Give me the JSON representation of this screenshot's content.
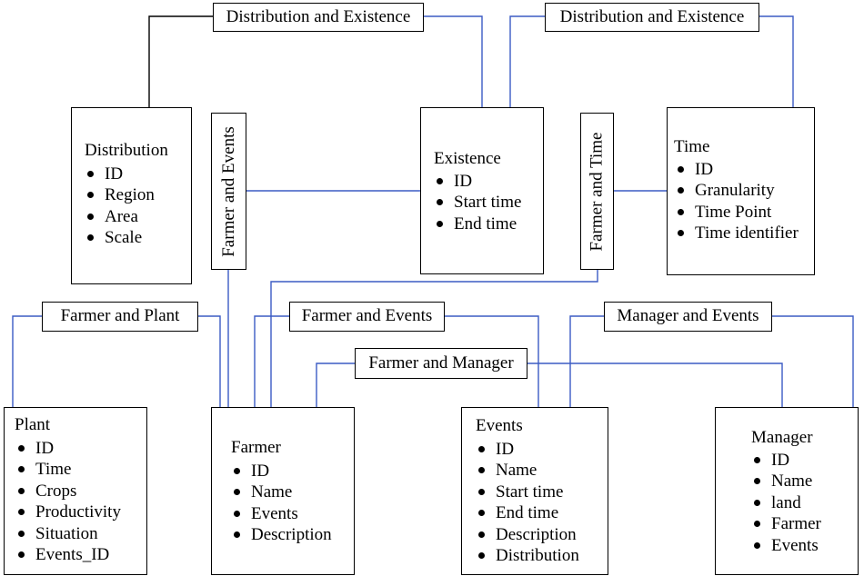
{
  "colors": {
    "line_black": "#000000",
    "line_blue": "#3b5bc4",
    "box_border": "#000000"
  },
  "entities": {
    "distribution": {
      "title": "Distribution",
      "attrs": [
        "ID",
        "Region",
        "Area",
        "Scale"
      ]
    },
    "existence": {
      "title": "Existence",
      "attrs": [
        "ID",
        "Start time",
        "End time"
      ]
    },
    "time": {
      "title": "Time",
      "attrs": [
        "ID",
        "Granularity",
        "Time Point",
        "Time identifier"
      ]
    },
    "plant": {
      "title": "Plant",
      "attrs": [
        "ID",
        "Time",
        "Crops",
        "Productivity",
        "Situation",
        "Events_ID"
      ]
    },
    "farmer": {
      "title": "Farmer",
      "attrs": [
        "ID",
        "Name",
        "Events",
        "Description"
      ]
    },
    "events": {
      "title": "Events",
      "attrs": [
        "ID",
        "Name",
        "Start time",
        "End time",
        "Description",
        "Distribution"
      ]
    },
    "manager": {
      "title": "Manager",
      "attrs": [
        "ID",
        "Name",
        "land",
        "Farmer",
        "Events"
      ]
    }
  },
  "relations": {
    "dist_exist_1": "Distribution and Existence",
    "dist_exist_2": "Distribution and Existence",
    "farmer_events_vertical": "Farmer and Events",
    "farmer_time_vertical": "Farmer and Time",
    "farmer_plant": "Farmer and Plant",
    "farmer_events": "Farmer and Events",
    "manager_events": "Manager and Events",
    "farmer_manager": "Farmer and Manager"
  }
}
